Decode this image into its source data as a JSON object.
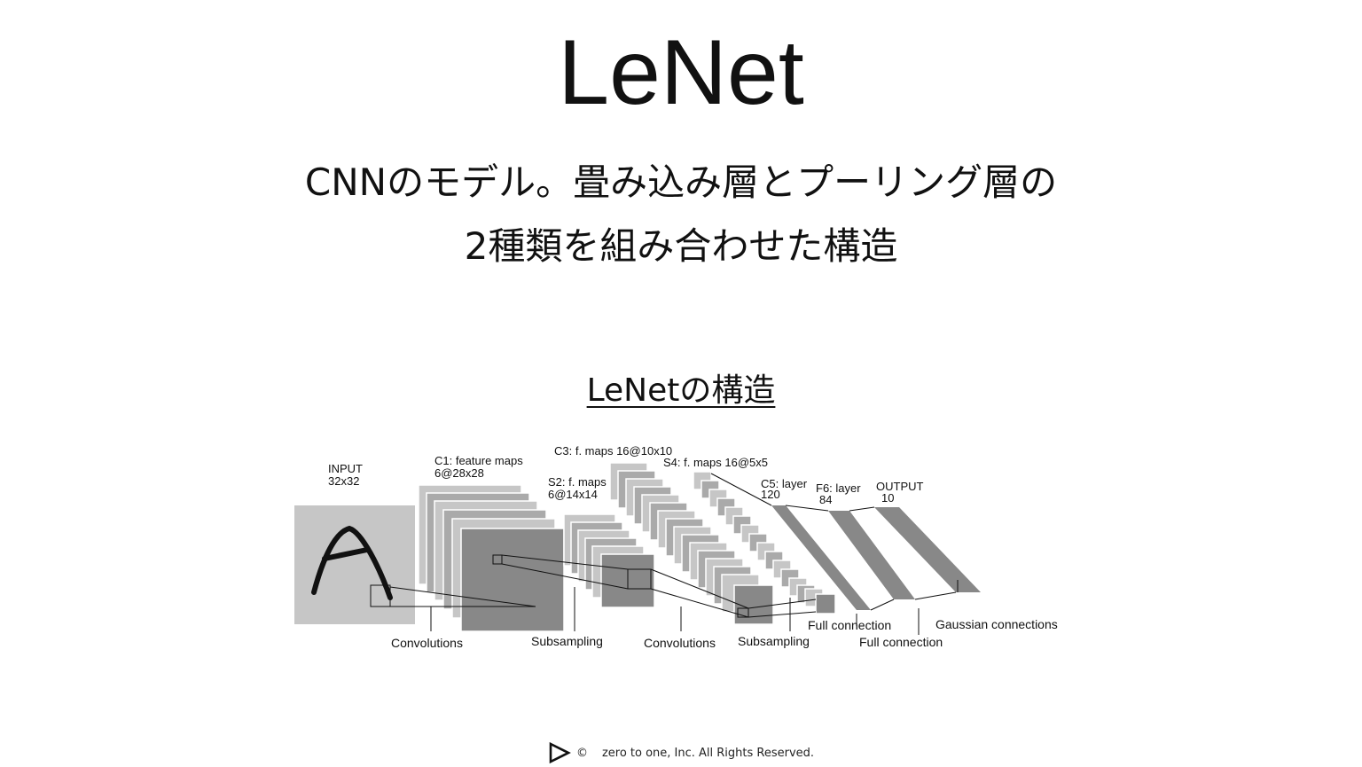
{
  "slide": {
    "title": "LeNet",
    "subtitle_line1": "CNNのモデル。畳み込み層とプーリング層の",
    "subtitle_line2": "2種類を組み合わせた構造",
    "section_heading": "LeNetの構造"
  },
  "diagram": {
    "labels": {
      "input": [
        "INPUT",
        "32x32"
      ],
      "c1": [
        "C1: feature maps",
        "6@28x28"
      ],
      "s2": [
        "S2: f. maps",
        "6@14x14"
      ],
      "c3": [
        "C3: f. maps 16@10x10"
      ],
      "s4": [
        "S4: f. maps 16@5x5"
      ],
      "c5": [
        "C5: layer",
        "120"
      ],
      "f6": [
        "F6: layer",
        "84"
      ],
      "output": [
        "OUTPUT",
        "10"
      ]
    },
    "operations": {
      "conv1": "Convolutions",
      "sub1": "Subsampling",
      "conv2": "Convolutions",
      "sub2": "Subsampling",
      "full1": "Full connection",
      "full2": "Full connection",
      "gauss": "Gaussian connections"
    },
    "colors": {
      "light": "#c6c6c6",
      "mid": "#aaaaaa",
      "dark": "#888888"
    }
  },
  "footer": {
    "copyright_symbol": "©",
    "text": "zero to one, Inc. All Rights Reserved.",
    "logo_icon": "play-triangle-logo-icon"
  }
}
